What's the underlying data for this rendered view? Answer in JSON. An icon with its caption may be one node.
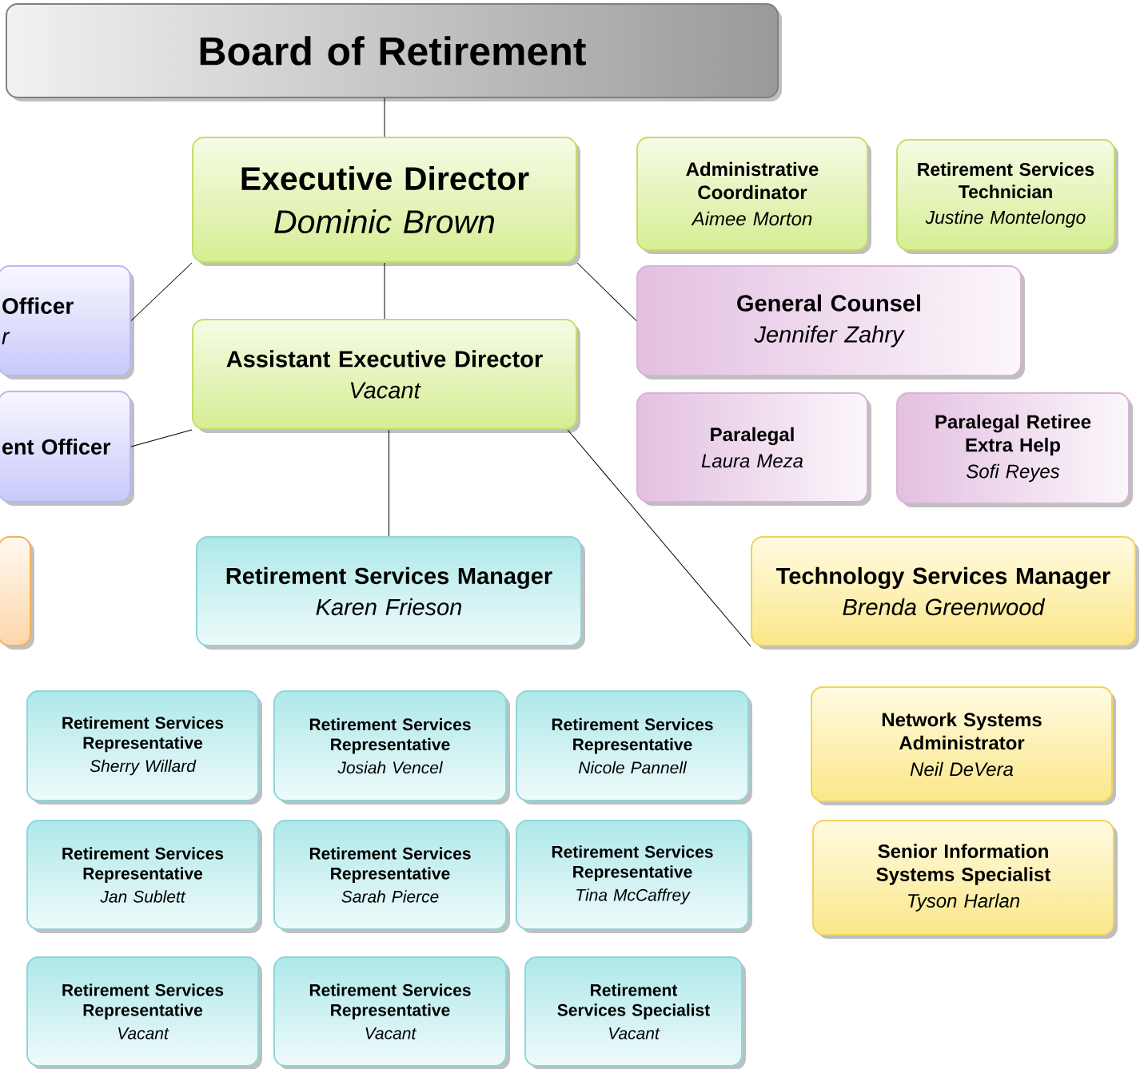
{
  "diagram": {
    "nodes": [
      {
        "text": [
          "Board of Retirement"
        ]
      },
      {
        "text": [
          "Executive Director",
          "Dominic Brown"
        ]
      },
      {
        "text": [
          "Administrative Coordinator",
          "Aimee Morton"
        ]
      },
      {
        "text": [
          "Retirement Services Technician",
          "Justine Montelongo"
        ]
      },
      {
        "text": [
          "Officer",
          "r"
        ]
      },
      {
        "text": [
          "ent Officer"
        ]
      },
      {
        "text": [
          "Assistant Executive Director",
          "Vacant"
        ]
      },
      {
        "text": [
          "General Counsel",
          "Jennifer Zahry"
        ]
      },
      {
        "text": [
          "Paralegal",
          "Laura Meza"
        ]
      },
      {
        "text": [
          "Paralegal Retiree Extra Help",
          "Sofi Reyes"
        ]
      },
      {
        "text": [],
        "shape": "box"
      },
      {
        "text": [
          "Retirement Services Manager",
          "Karen Frieson"
        ]
      },
      {
        "text": [
          "Technology Services Manager",
          "Brenda Greenwood"
        ]
      },
      {
        "text": [
          "Retirement Services Representative",
          "Sherry Willard"
        ]
      },
      {
        "text": [
          "Retirement Services Representative",
          "Josiah Vencel"
        ]
      },
      {
        "text": [
          "Retirement Services Representative",
          "Nicole Pannell"
        ]
      },
      {
        "text": [
          "Retirement Services Representative",
          "Jan Sublett"
        ]
      },
      {
        "text": [
          "Retirement Services Representative",
          "Sarah Pierce"
        ]
      },
      {
        "text": [
          "Retirement Services Representative",
          "Tina McCaffrey"
        ]
      },
      {
        "text": [
          "Retirement Services Representative",
          "Vacant"
        ]
      },
      {
        "text": [
          "Retirement Services Representative",
          "Vacant"
        ]
      },
      {
        "text": [
          "Retirement Services Specialist",
          "Vacant"
        ]
      },
      {
        "text": [
          "Network Systems Administrator",
          "Neil DeVera"
        ]
      },
      {
        "text": [
          "Senior Information Systems Specialist",
          "Tyson Harlan"
        ]
      }
    ],
    "edges": [
      {
        "from": 0,
        "to": 1,
        "arrow": "none"
      },
      {
        "from": 1,
        "to": 6,
        "arrow": "none"
      },
      {
        "from": 1,
        "to": 4,
        "arrow": "none"
      },
      {
        "from": 1,
        "to": 7,
        "arrow": "none"
      },
      {
        "from": 6,
        "to": 5,
        "arrow": "none"
      },
      {
        "from": 6,
        "to": 11,
        "arrow": "none"
      },
      {
        "from": 6,
        "to": 12,
        "arrow": "none"
      }
    ]
  }
}
